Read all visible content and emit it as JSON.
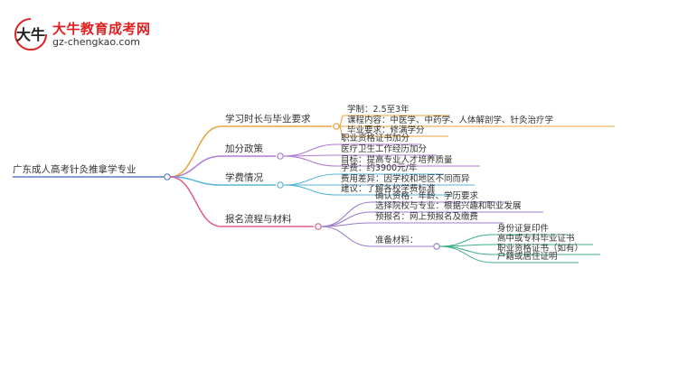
{
  "logo": {
    "title": "大牛教育成考网",
    "url": "gz-chengkao.com",
    "mark_text": "大牛"
  },
  "mindmap": {
    "root": "广东成人高考针灸推拿学专业",
    "branches": [
      {
        "label": "学习时长与毕业要求",
        "color": "#e8a33d",
        "children": [
          {
            "label": "学制：2.5至3年"
          },
          {
            "label": "课程内容：中医学、中药学、人体解剖学、针灸治疗学"
          },
          {
            "label": "毕业要求：修满学分"
          }
        ]
      },
      {
        "label": "加分政策",
        "color": "#b07ad6",
        "children": [
          {
            "label": "职业资格证书加分"
          },
          {
            "label": "医疗卫生工作经历加分"
          },
          {
            "label": "目标：提高专业人才培养质量"
          }
        ]
      },
      {
        "label": "学费情况",
        "color": "#57b6dc",
        "children": [
          {
            "label": "学费：约3900元/年"
          },
          {
            "label": "费用差异：因学校和地区不同而异"
          },
          {
            "label": "建议：了解各校学费标准"
          }
        ]
      },
      {
        "label": "报名流程与材料",
        "color": "#e35d8e",
        "children": [
          {
            "label": "确认资格：年龄、学历要求"
          },
          {
            "label": "选择院校与专业：根据兴趣和职业发展"
          },
          {
            "label": "预报名：网上预报名及缴费"
          },
          {
            "label": "准备材料：",
            "children": [
              {
                "label": "身份证复印件"
              },
              {
                "label": "高中或专科毕业证书"
              },
              {
                "label": "职业资格证书（如有）"
              },
              {
                "label": "户籍或居住证明"
              }
            ]
          }
        ]
      }
    ]
  },
  "colors": {
    "root": "#5b7fbf",
    "branch_materials": "#9a7cc9",
    "materials_sub": "#3fae8a",
    "text": "#333333"
  }
}
